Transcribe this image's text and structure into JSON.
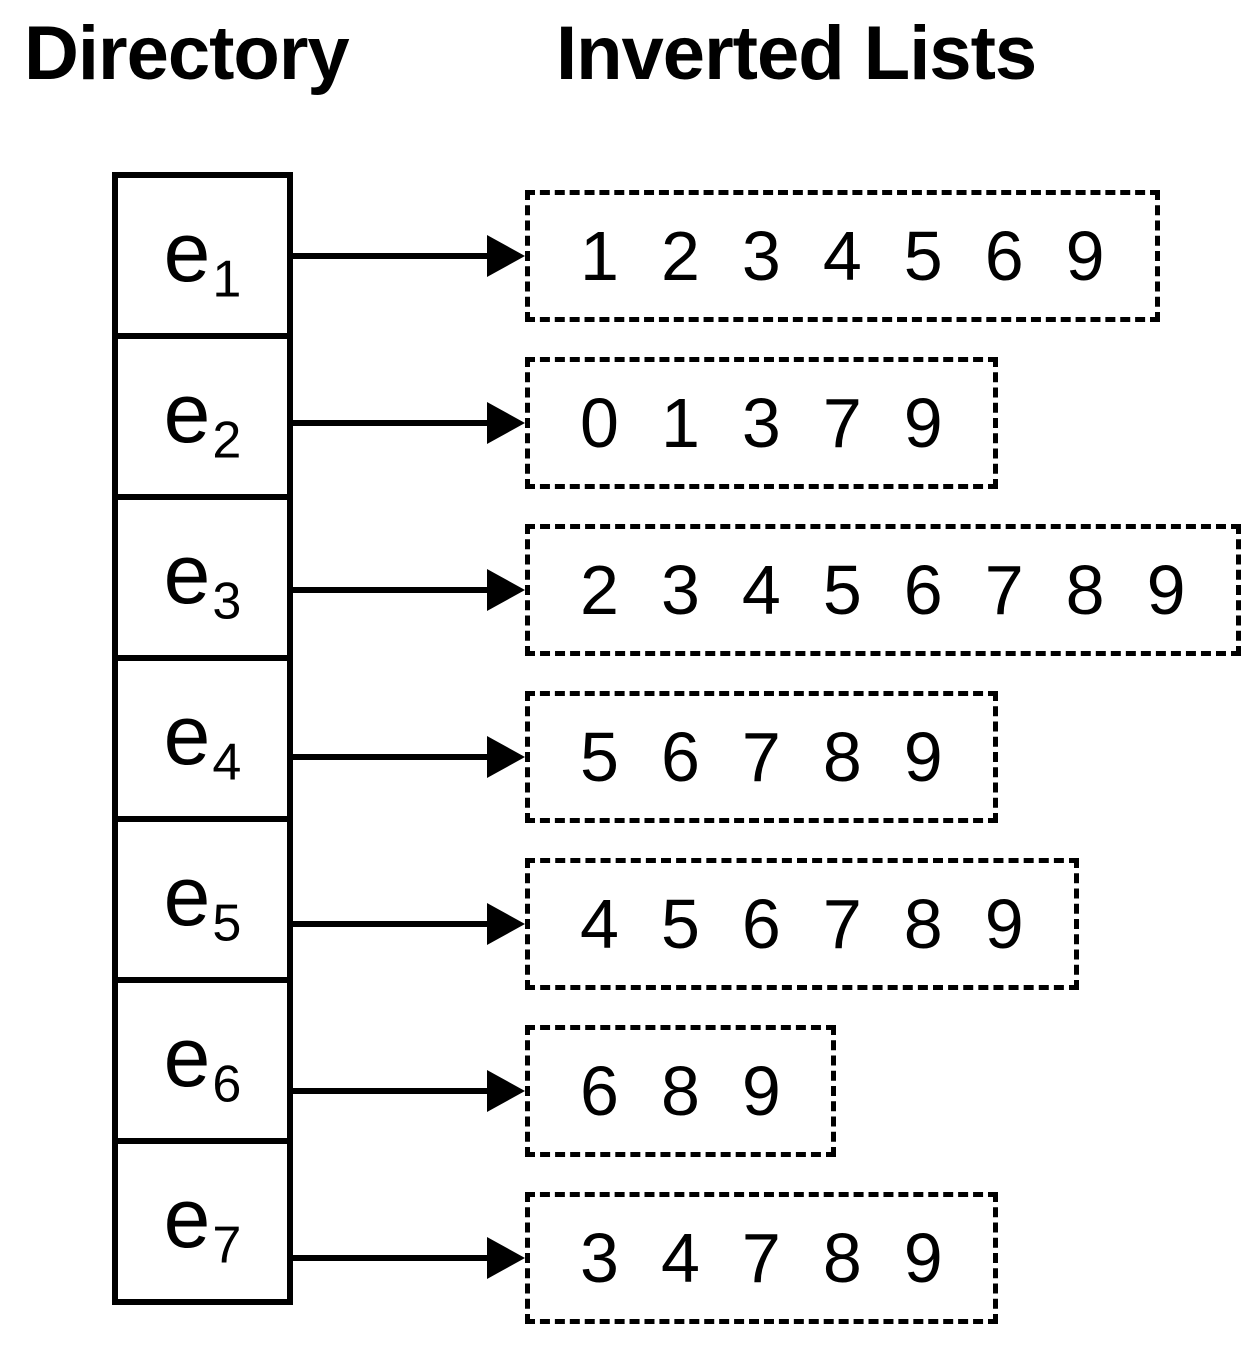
{
  "page": {
    "title_directory": "Directory",
    "title_inverted_lists": "Inverted Lists"
  },
  "colors": {
    "ink": "#000000",
    "background": "#ffffff"
  },
  "directory": {
    "entries": [
      {
        "base": "e",
        "subscript": "1",
        "list": [
          1,
          2,
          3,
          4,
          5,
          6,
          9
        ]
      },
      {
        "base": "e",
        "subscript": "2",
        "list": [
          0,
          1,
          3,
          7,
          9
        ]
      },
      {
        "base": "e",
        "subscript": "3",
        "list": [
          2,
          3,
          4,
          5,
          6,
          7,
          8,
          9
        ]
      },
      {
        "base": "e",
        "subscript": "4",
        "list": [
          5,
          6,
          7,
          8,
          9
        ]
      },
      {
        "base": "e",
        "subscript": "5",
        "list": [
          4,
          5,
          6,
          7,
          8,
          9
        ]
      },
      {
        "base": "e",
        "subscript": "6",
        "list": [
          6,
          8,
          9
        ]
      },
      {
        "base": "e",
        "subscript": "7",
        "list": [
          3,
          4,
          7,
          8,
          9
        ]
      }
    ]
  }
}
